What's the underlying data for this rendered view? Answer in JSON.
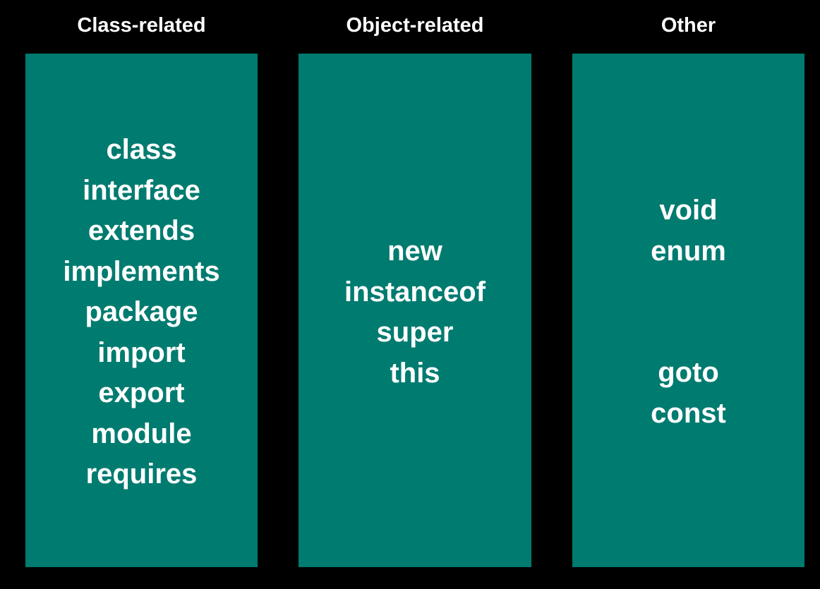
{
  "columns": [
    {
      "title": "Class-related",
      "keywords": [
        "class",
        "interface",
        "extends",
        "implements",
        "package",
        "import",
        "export",
        "module",
        "requires"
      ]
    },
    {
      "title": "Object-related",
      "keywords": [
        "new",
        "instanceof",
        "super",
        "this"
      ]
    },
    {
      "title": "Other",
      "groups": [
        [
          "void",
          "enum"
        ],
        [
          "goto",
          "const"
        ]
      ]
    }
  ],
  "colors": {
    "background": "#000000",
    "panel": "#007b70",
    "text": "#ffffff"
  }
}
